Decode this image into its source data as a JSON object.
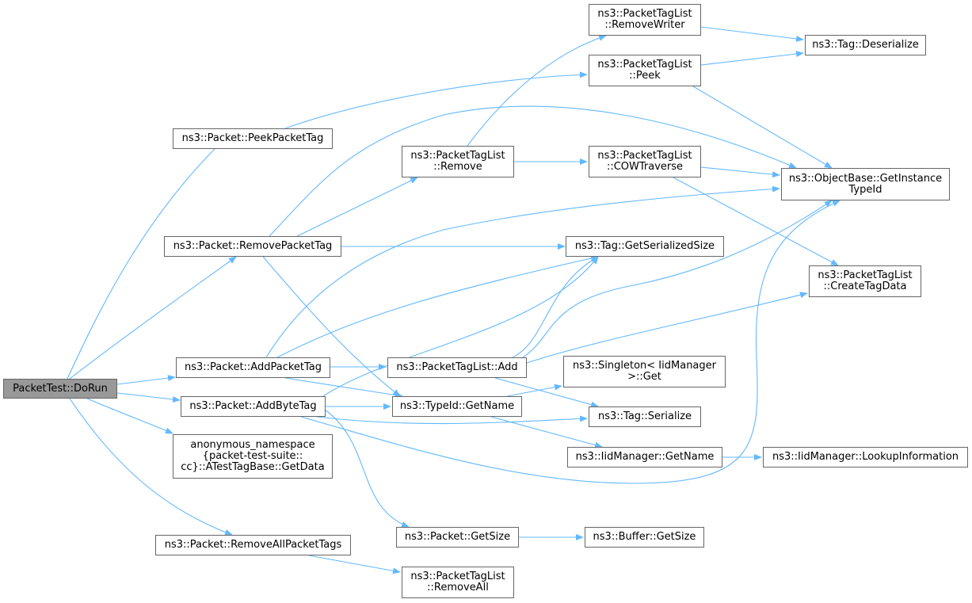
{
  "graph": {
    "edge_color": "#63b8ff",
    "nodes": {
      "root": "PacketTest::DoRun",
      "peek_packet_tag": "ns3::Packet::PeekPacketTag",
      "remove_packet_tag": "ns3::Packet::RemovePacketTag",
      "add_packet_tag": "ns3::Packet::AddPacketTag",
      "add_byte_tag": "ns3::Packet::AddByteTag",
      "get_data": "anonymous_namespace\n{packet-test-suite::\ncc}::ATestTagBase::GetData",
      "remove_all_packet_tags": "ns3::Packet::RemoveAllPacketTags",
      "ptl_remove": "ns3::PacketTagList\n::Remove",
      "ptl_add": "ns3::PacketTagList::Add",
      "typeid_get_name": "ns3::TypeId::GetName",
      "packet_get_size": "ns3::Packet::GetSize",
      "ptl_remove_all": "ns3::PacketTagList\n::RemoveAll",
      "ptl_remove_writer": "ns3::PacketTagList\n::RemoveWriter",
      "ptl_peek": "ns3::PacketTagList\n::Peek",
      "ptl_cow_traverse": "ns3::PacketTagList\n::COWTraverse",
      "tag_get_serialized_size": "ns3::Tag::GetSerializedSize",
      "singleton_get": "ns3::Singleton< IidManager\n>::Get",
      "tag_serialize": "ns3::Tag::Serialize",
      "iid_get_name": "ns3::IidManager::GetName",
      "buffer_get_size": "ns3::Buffer::GetSize",
      "tag_deserialize": "ns3::Tag::Deserialize",
      "objectbase_get_instance_typeid": "ns3::ObjectBase::GetInstance\nTypeId",
      "ptl_create_tag_data": "ns3::PacketTagList\n::CreateTagData",
      "iid_lookup_information": "ns3::IidManager::LookupInformation"
    }
  }
}
